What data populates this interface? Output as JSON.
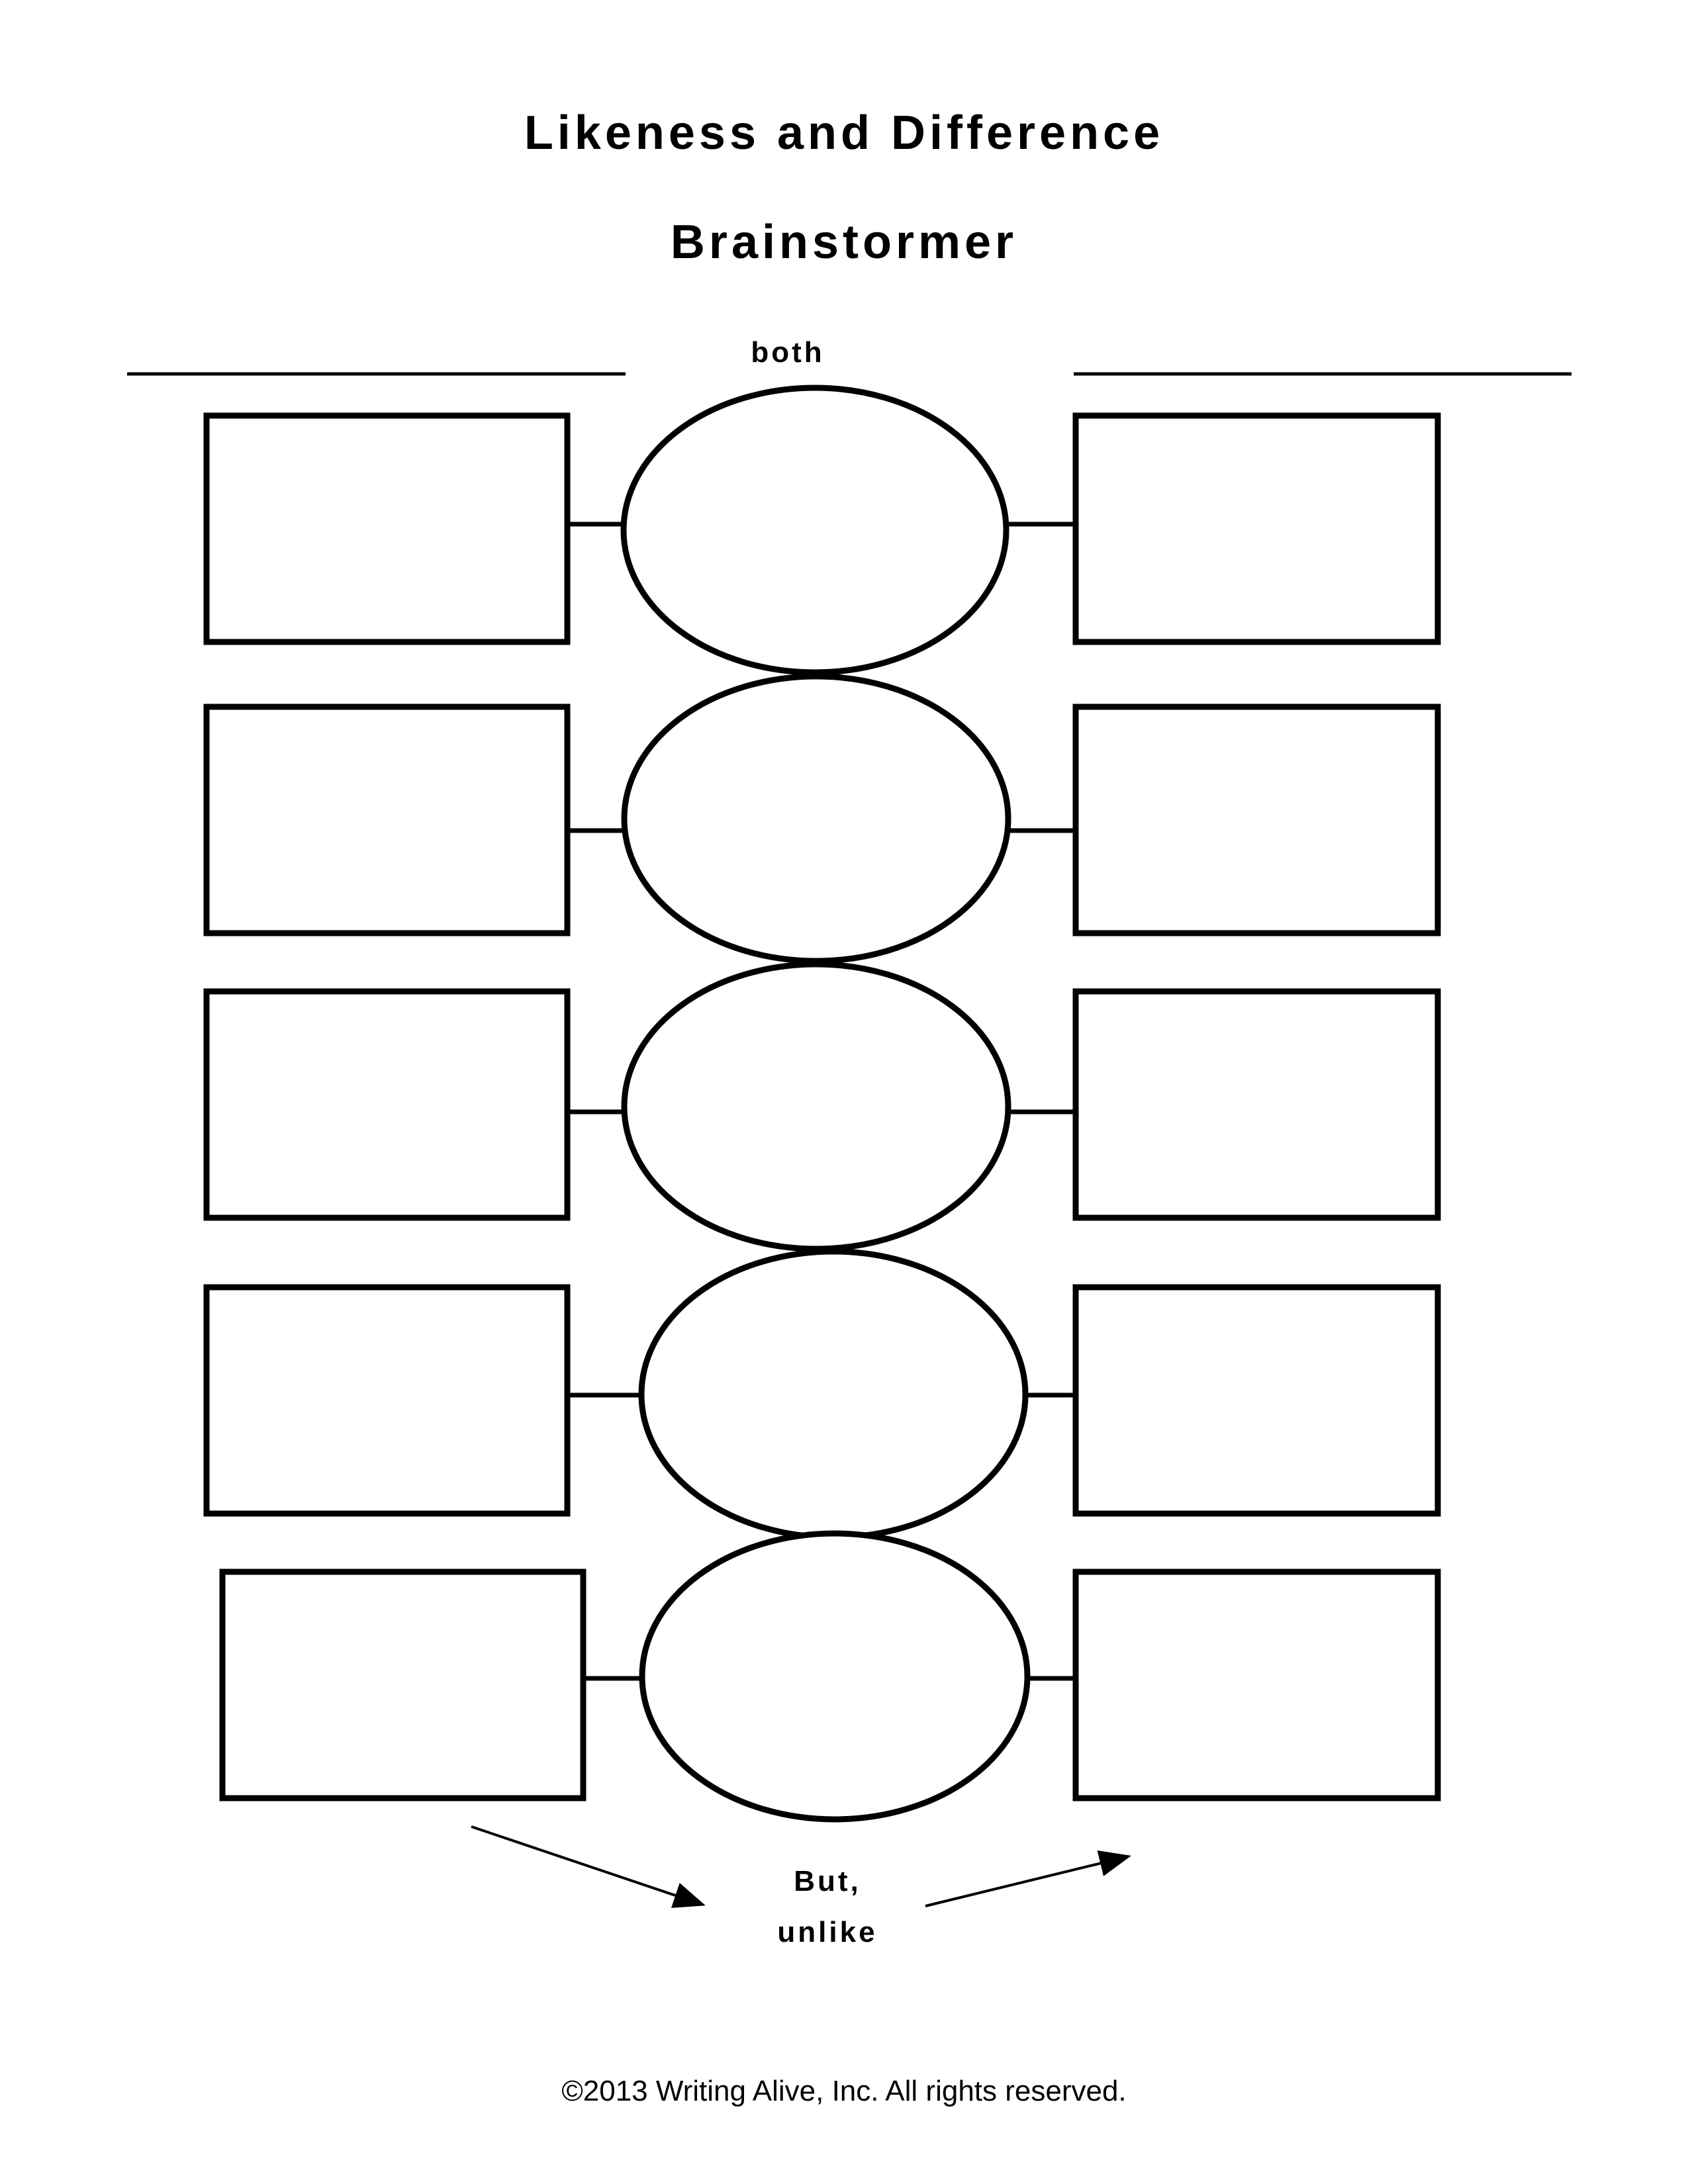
{
  "title_line1": "Likeness and Difference",
  "title_line2": "Brainstormer",
  "both_label": "both",
  "bottom_label_line1": "But,",
  "bottom_label_line2": "unlike",
  "footer": "©2013 Writing Alive, Inc. All rights reserved.",
  "colors": {
    "ink": "#000000",
    "paper": "#ffffff"
  }
}
